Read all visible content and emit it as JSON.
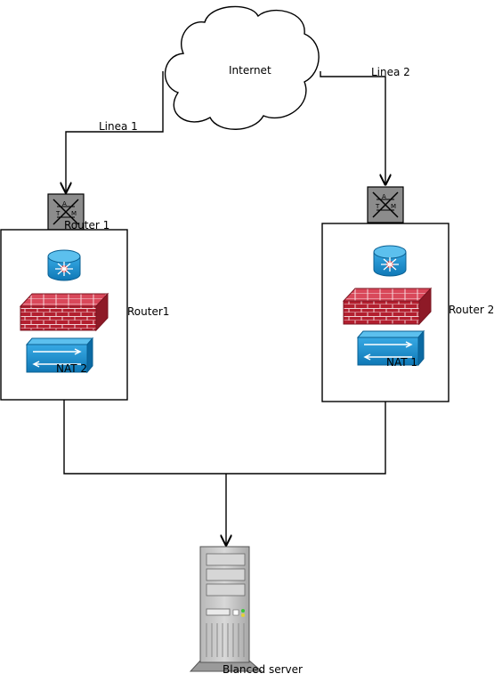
{
  "internet": {
    "label": "Internet"
  },
  "links": [
    {
      "label": "Linea 1"
    },
    {
      "label": "Linea 2"
    }
  ],
  "devices": {
    "left": {
      "atm_label": "Router 1",
      "side_label": "Router1",
      "nat_label": "NAT 2",
      "icons": [
        "atm-switch-icon",
        "layer3-switch-icon",
        "firewall-icon",
        "nat-switch-icon"
      ]
    },
    "right": {
      "side_label": "Router 2",
      "nat_label": "NAT 1",
      "icons": [
        "atm-switch-icon",
        "layer3-switch-icon",
        "firewall-icon",
        "nat-switch-icon"
      ]
    }
  },
  "server": {
    "label": "Blanced server",
    "icon": "server-tower-icon"
  },
  "colors": {
    "firewall": "#c8273a",
    "switch_blue": "#1b8fd0",
    "atm_gray": "#8c8c8c",
    "server_gray": "#c6c6c6"
  }
}
